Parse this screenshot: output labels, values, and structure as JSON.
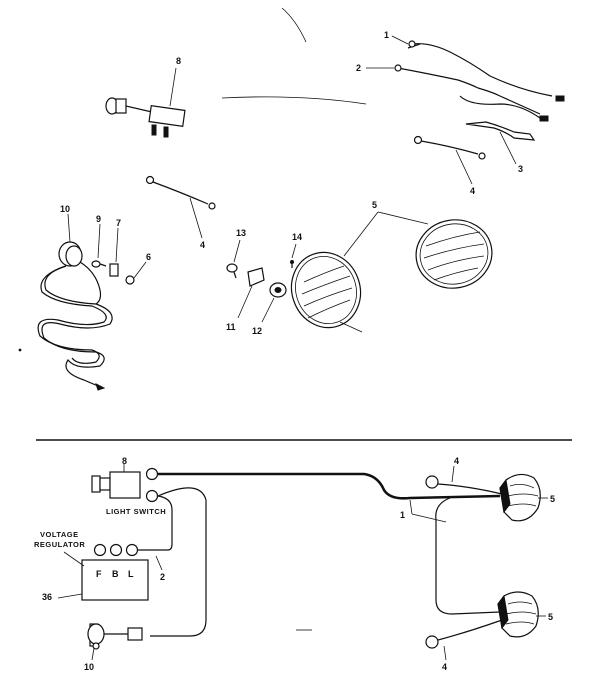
{
  "exploded_view": {
    "callouts": {
      "c1": "1",
      "c2": "2",
      "c3": "3",
      "c4a": "4",
      "c4b": "4",
      "c5": "5",
      "c6": "6",
      "c7": "7",
      "c8": "8",
      "c9": "9",
      "c10": "10",
      "c11": "11",
      "c12": "12",
      "c13": "13",
      "c14": "14"
    }
  },
  "wiring_diagram": {
    "light_switch_label": "LIGHT SWITCH",
    "voltage_regulator_label_line1": "VOLTAGE",
    "voltage_regulator_label_line2": "REGULATOR",
    "terminal_f": "F",
    "terminal_b": "B",
    "terminal_l": "L",
    "callouts": {
      "c8": "8",
      "c2": "2",
      "c36": "36",
      "c10": "10",
      "c1": "1",
      "c4_top": "4",
      "c4_bottom": "4",
      "c5_top": "5",
      "c5_bottom": "5"
    }
  }
}
